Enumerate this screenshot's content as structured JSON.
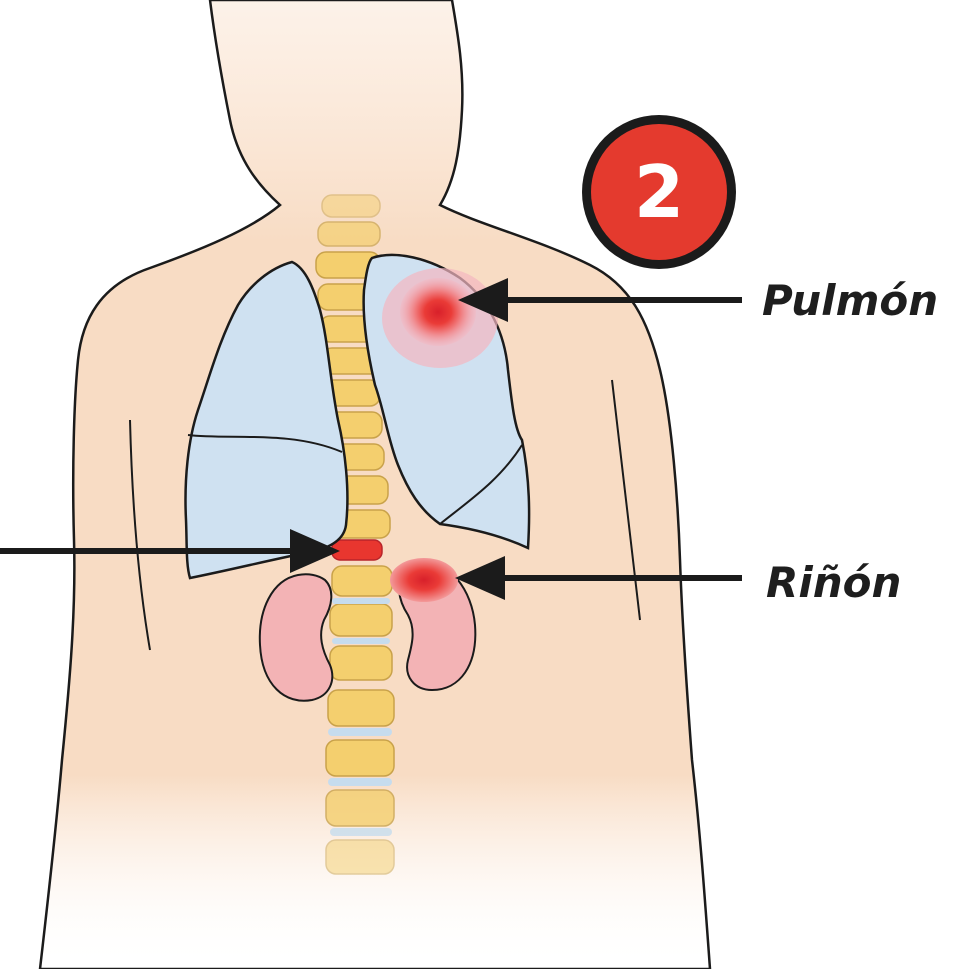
{
  "badge": {
    "number": "2"
  },
  "labels": {
    "lung": "Pulmón",
    "kidney": "Riñón"
  },
  "colors": {
    "skin": "#f8dcc4",
    "lung": "#cfe1f1",
    "kidney": "#f3b3b5",
    "vertebra": "#f4cf6e",
    "disc": "#c6dcee",
    "lesion": "#e8362f",
    "badge": "#e43a2e",
    "outline": "#1b1b1b"
  },
  "icons": {
    "badge": "numbered-circle-icon",
    "pointer": "arrow-left-icon"
  }
}
